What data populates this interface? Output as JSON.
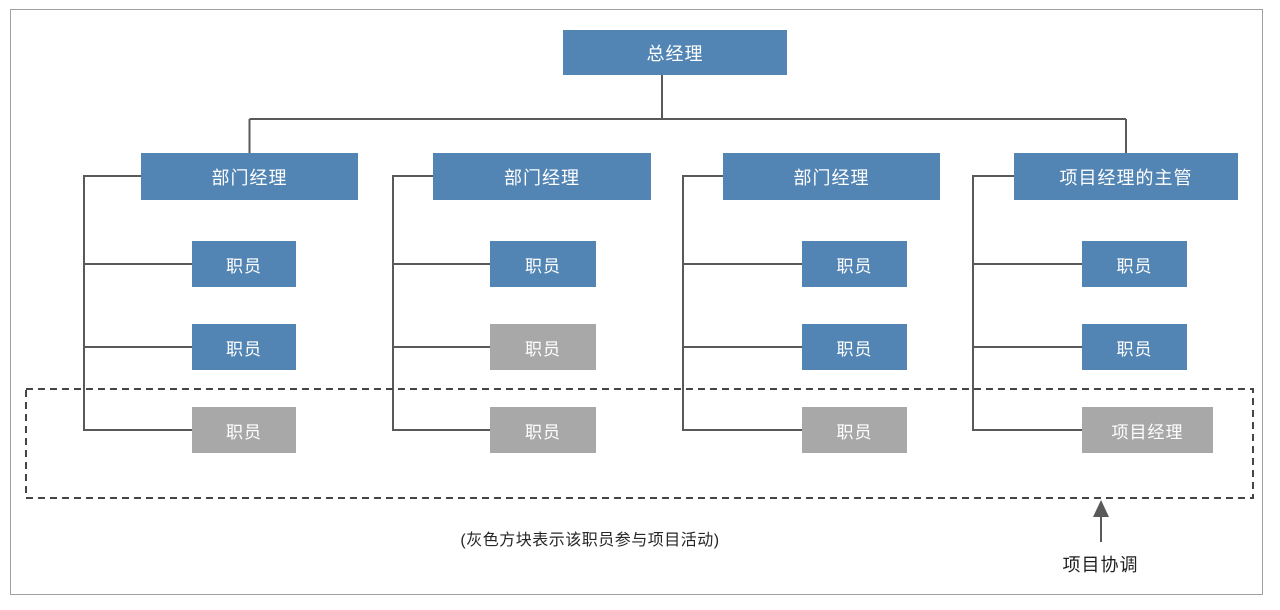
{
  "org": {
    "root": {
      "label": "总经理",
      "variant": "blue"
    },
    "columns": [
      {
        "manager": {
          "label": "部门经理",
          "variant": "blue"
        },
        "staff": [
          {
            "label": "职员",
            "variant": "blue"
          },
          {
            "label": "职员",
            "variant": "blue"
          },
          {
            "label": "职员",
            "variant": "gray"
          }
        ]
      },
      {
        "manager": {
          "label": "部门经理",
          "variant": "blue"
        },
        "staff": [
          {
            "label": "职员",
            "variant": "blue"
          },
          {
            "label": "职员",
            "variant": "gray"
          },
          {
            "label": "职员",
            "variant": "gray"
          }
        ]
      },
      {
        "manager": {
          "label": "部门经理",
          "variant": "blue"
        },
        "staff": [
          {
            "label": "职员",
            "variant": "blue"
          },
          {
            "label": "职员",
            "variant": "blue"
          },
          {
            "label": "职员",
            "variant": "gray"
          }
        ]
      },
      {
        "manager": {
          "label": "项目经理的主管",
          "variant": "blue"
        },
        "staff": [
          {
            "label": "职员",
            "variant": "blue"
          },
          {
            "label": "职员",
            "variant": "blue"
          },
          {
            "label": "项目经理",
            "variant": "gray"
          }
        ]
      }
    ],
    "caption": "(灰色方块表示该职员参与项目活动)",
    "coordination_label": "项目协调",
    "colors": {
      "node_blue": "#5285B4",
      "node_gray": "#A8A8A8",
      "line": "#595959",
      "dashed_border": "#454545",
      "frame_border": "#a0a0a0"
    }
  }
}
